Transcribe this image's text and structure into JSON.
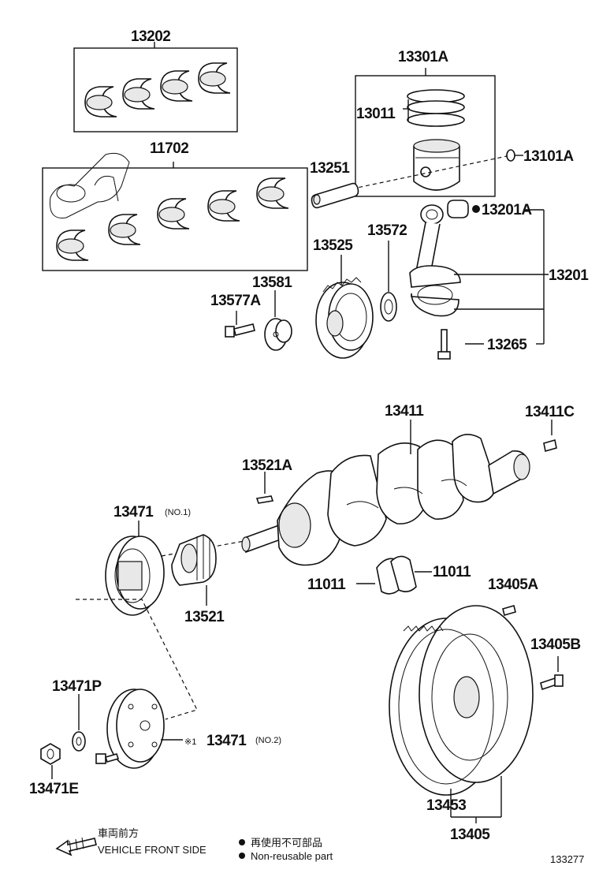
{
  "diagram": {
    "labels": {
      "p13202": "13202",
      "p11702": "11702",
      "p13301A": "13301A",
      "p13011": "13011",
      "p13101A": "13101A",
      "p13251": "13251",
      "p13201A": "13201A",
      "p13572": "13572",
      "p13525": "13525",
      "p13201": "13201",
      "p13581": "13581",
      "p13577A": "13577A",
      "p13265": "13265",
      "p13411": "13411",
      "p13411C": "13411C",
      "p13521A": "13521A",
      "p13471_no1": "13471",
      "no1": "(NO.1)",
      "p11011_left": "11011",
      "p11011_right": "11011",
      "p13405A": "13405A",
      "p13521": "13521",
      "p13405B": "13405B",
      "p13471P": "13471P",
      "mark": "※1",
      "p13471_no2": "13471",
      "no2": "(NO.2)",
      "p13471E": "13471E",
      "p13453": "13453",
      "p13405": "13405"
    },
    "legend": {
      "front_jp": "車両前方",
      "front_en": "VEHICLE FRONT SIDE",
      "nonreuse_jp": "再使用不可部品",
      "nonreuse_en": "Non-reusable part"
    },
    "diagram_id": "133277"
  }
}
